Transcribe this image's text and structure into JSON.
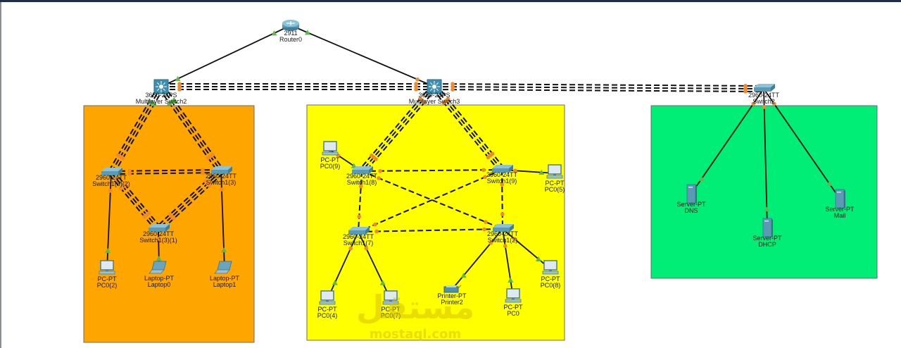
{
  "canvas": {
    "background": "#ffffff",
    "topbar_color": "#1f2d47"
  },
  "zones": [
    {
      "id": "zone-left",
      "color": "#ffa500"
    },
    {
      "id": "zone-middle",
      "color": "#ffff00"
    },
    {
      "id": "zone-right",
      "color": "#00ee76"
    }
  ],
  "colors": {
    "link": "#111111",
    "port_up": "#5fb84c",
    "port_blocked": "#f28a2b",
    "device": "#5b9ab5"
  },
  "devices": {
    "router0": {
      "model": "2911",
      "name": "Router0"
    },
    "mls2": {
      "model": "3650-24PS",
      "name": "Multilayer Switch2"
    },
    "mls3": {
      "model": "3650-24PS",
      "name": "Multilayer Switch3"
    },
    "switch2": {
      "model": "2960-24TT",
      "name": "Switch2"
    },
    "sw_1_3_2": {
      "model": "2960-24TT",
      "name": "Switch1(3)(2)"
    },
    "sw_1_3": {
      "model": "2960-24TT",
      "name": "Switch1(3)"
    },
    "sw_1_3_1": {
      "model": "2960-24TT",
      "name": "Switch1(3)(1)"
    },
    "pc0_2": {
      "model": "PC-PT",
      "name": "PC0(2)"
    },
    "laptop0": {
      "model": "Laptop-PT",
      "name": "Laptop0"
    },
    "laptop1": {
      "model": "Laptop-PT",
      "name": "Laptop1"
    },
    "sw_1_8": {
      "model": "2960-24TT",
      "name": "Switch1(8)"
    },
    "sw_1_9": {
      "model": "2960-24TT",
      "name": "Switch1(9)"
    },
    "sw_1_7": {
      "model": "2960-24TT",
      "name": "Switch1(7)"
    },
    "sw_1_2": {
      "model": "2960-24TT",
      "name": "Switch1(2)"
    },
    "pc0_9": {
      "model": "PC-PT",
      "name": "PC0(9)"
    },
    "pc0_5": {
      "model": "PC-PT",
      "name": "PC0(5)"
    },
    "pc0_4": {
      "model": "PC-PT",
      "name": "PC0(4)"
    },
    "pc0_7": {
      "model": "PC-PT",
      "name": "PC0(7)"
    },
    "printer2": {
      "model": "Printer-PT",
      "name": "Printer2"
    },
    "pc0": {
      "model": "PC-PT",
      "name": "PC0"
    },
    "pc0_8": {
      "model": "PC-PT",
      "name": "PC0(8)"
    },
    "dns": {
      "model": "Server-PT",
      "name": "DNS"
    },
    "dhcp": {
      "model": "Server-PT",
      "name": "DHCP"
    },
    "mail": {
      "model": "Server-PT",
      "name": "Mail"
    }
  },
  "watermark": {
    "arabic": "مستقل",
    "latin": "mostaql.com"
  }
}
